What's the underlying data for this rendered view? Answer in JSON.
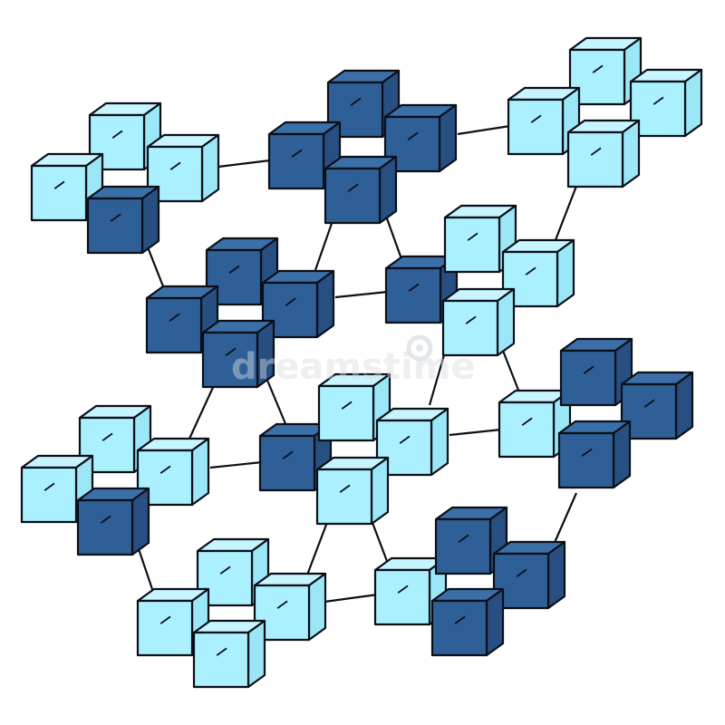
{
  "palette": {
    "light_top": "#c6f5ff",
    "light_front": "#aaf0ff",
    "light_side": "#9be6f7",
    "dark_top": "#3b6fa8",
    "dark_front": "#2f5f97",
    "dark_side": "#284f81",
    "stroke": "#0b0f18",
    "watermark": "#d9dde2"
  },
  "groups": [
    {
      "id": "g1",
      "cubes": [
        "light",
        "light",
        "light",
        "dark"
      ]
    },
    {
      "id": "g2",
      "cubes": [
        "dark",
        "dark",
        "dark",
        "dark"
      ]
    },
    {
      "id": "g3",
      "cubes": [
        "light",
        "light",
        "light",
        "light"
      ]
    },
    {
      "id": "g4",
      "cubes": [
        "dark",
        "dark",
        "dark",
        "dark"
      ]
    },
    {
      "id": "g5",
      "cubes": [
        "dark",
        "light",
        "light",
        "light"
      ]
    },
    {
      "id": "g6",
      "cubes": [
        "light",
        "light",
        "light",
        "dark"
      ]
    },
    {
      "id": "g7",
      "cubes": [
        "dark",
        "light",
        "light",
        "light"
      ]
    },
    {
      "id": "g8",
      "cubes": [
        "light",
        "dark",
        "dark",
        "dark"
      ]
    },
    {
      "id": "g9",
      "cubes": [
        "light",
        "light",
        "light",
        "light"
      ]
    },
    {
      "id": "g10",
      "cubes": [
        "light",
        "dark",
        "dark",
        "dark"
      ]
    }
  ],
  "watermark_icon": "dreamstime-logo-icon"
}
